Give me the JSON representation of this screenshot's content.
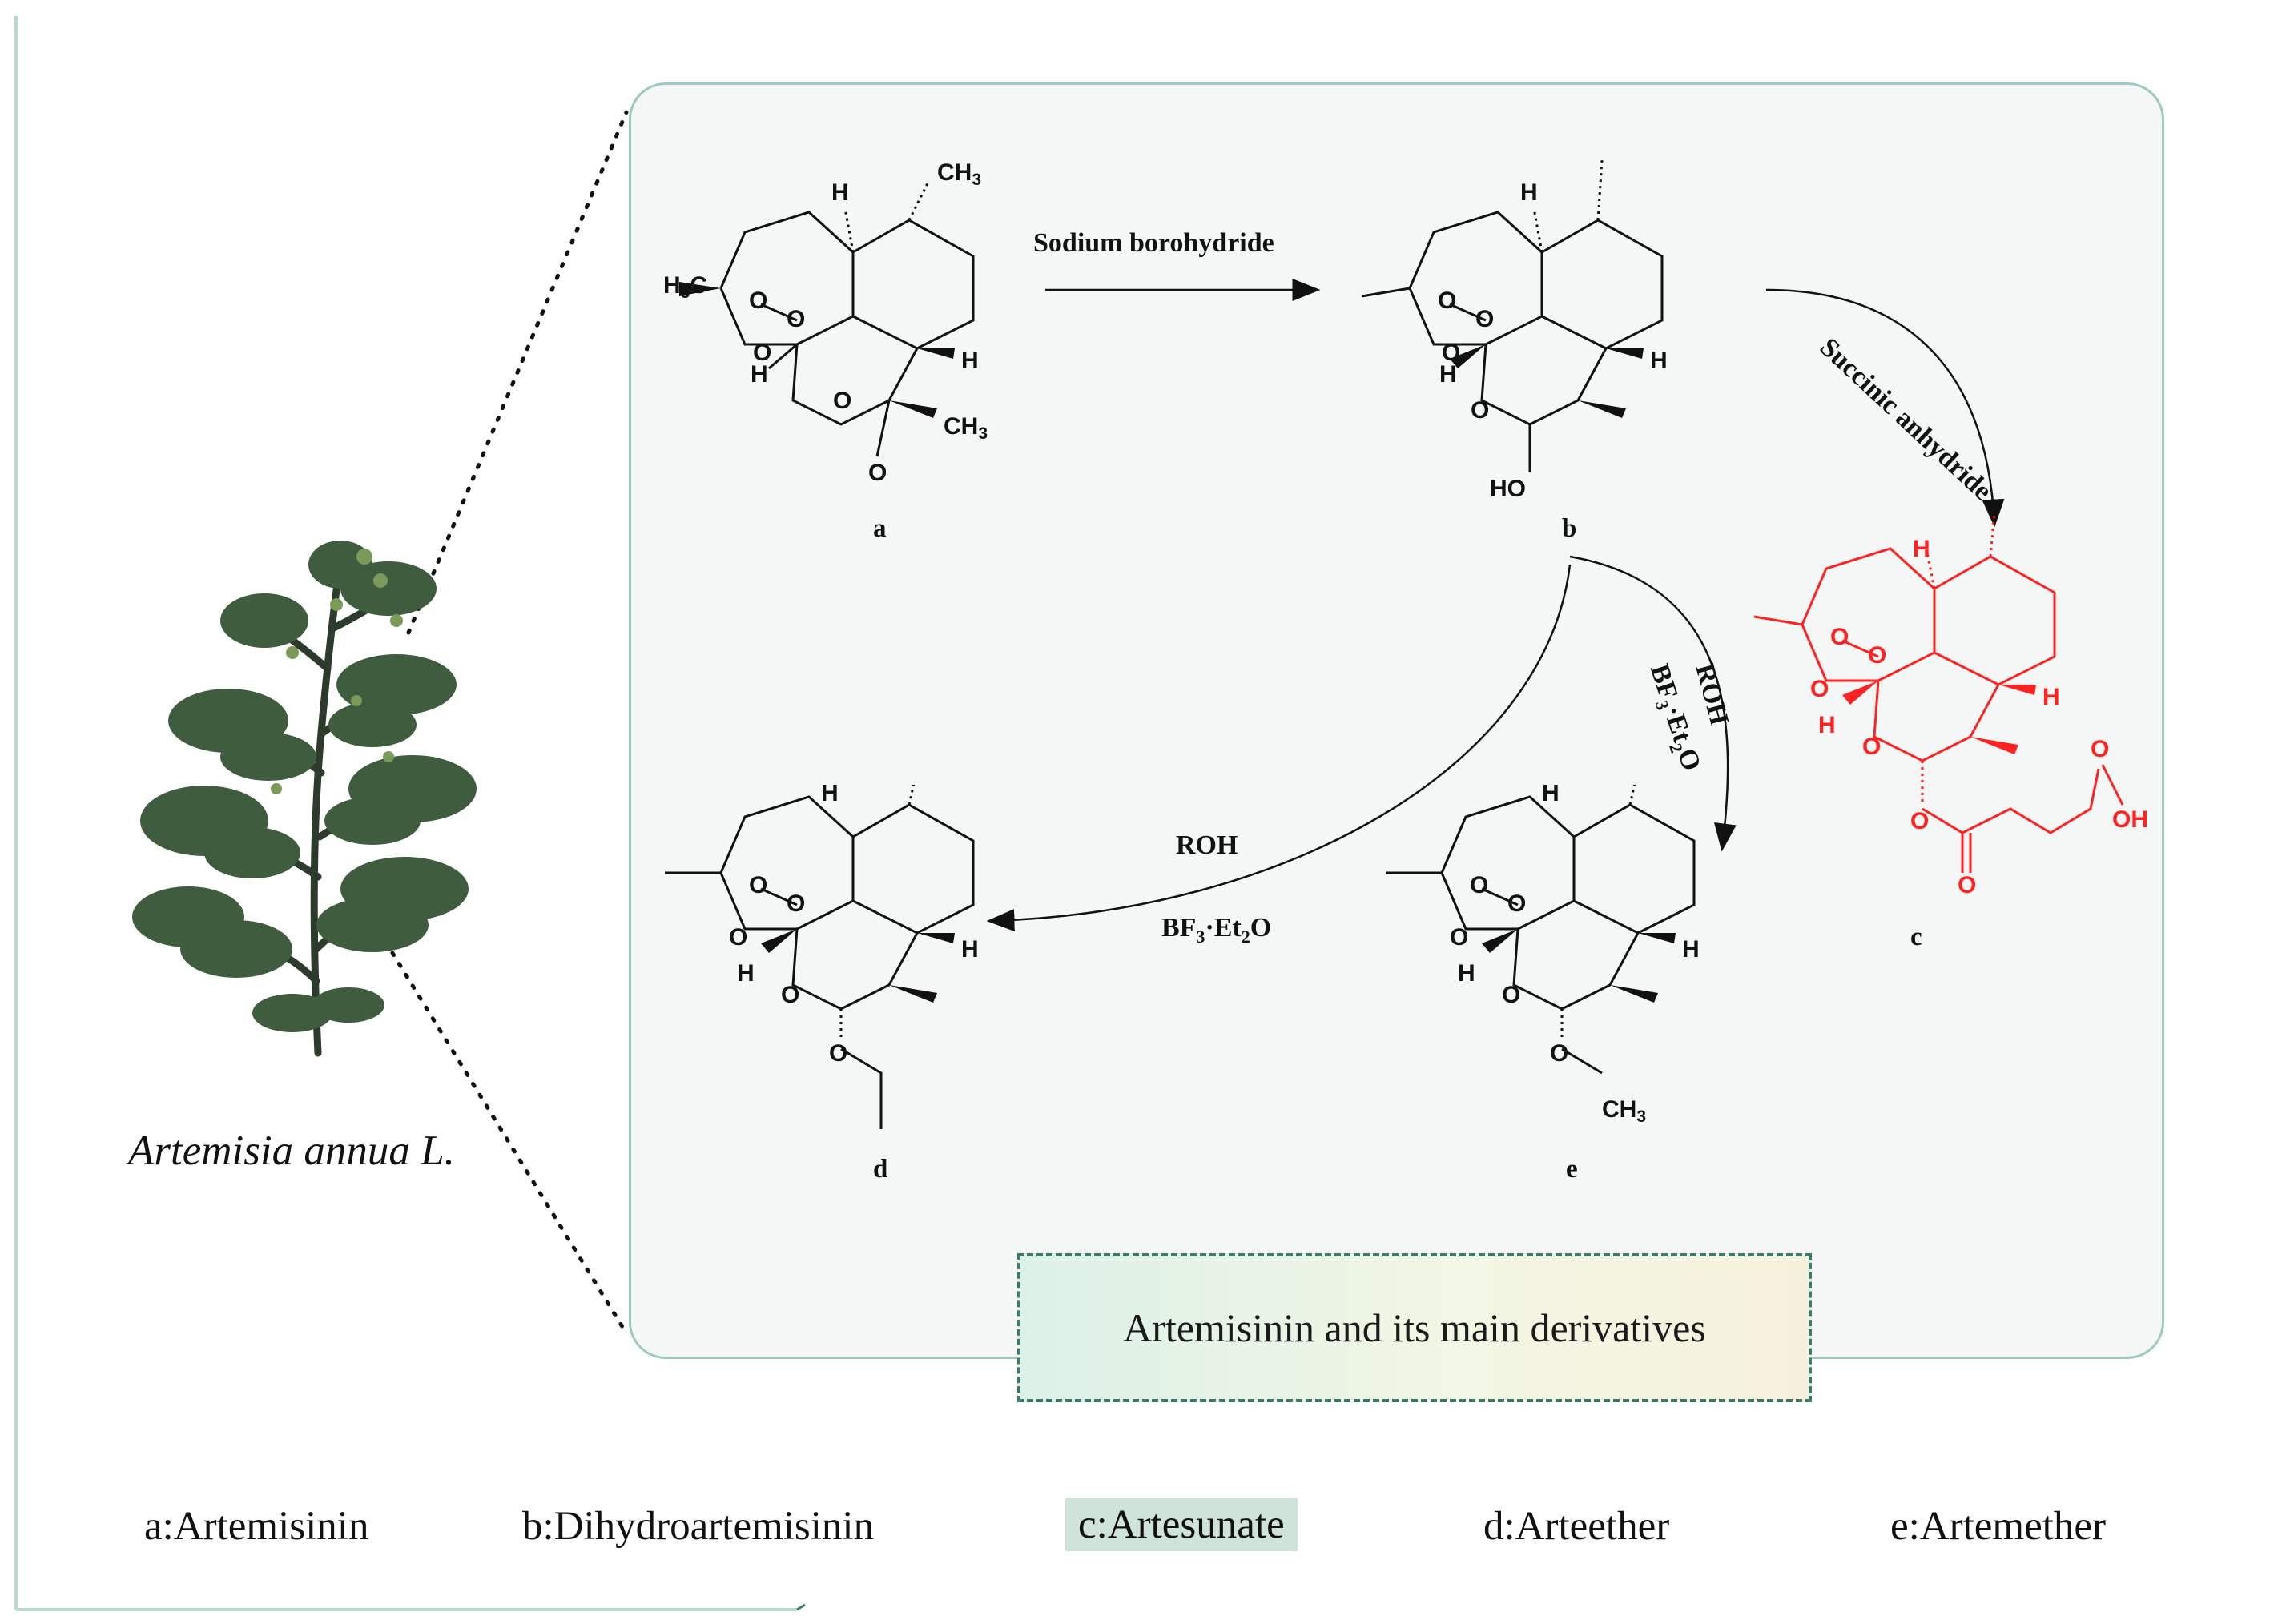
{
  "plant": {
    "label": "Artemisia annua L."
  },
  "panel": {
    "title": "Artemisinin and its main derivatives"
  },
  "compounds": [
    {
      "letter": "a",
      "legend": "a:Artemisinin"
    },
    {
      "letter": "b",
      "legend": "b:Dihydroartemisinin"
    },
    {
      "letter": "c",
      "legend": "c:Artesunate"
    },
    {
      "letter": "d",
      "legend": "d:Arteether"
    },
    {
      "letter": "e",
      "legend": "e:Artemether"
    }
  ],
  "reactions": {
    "a_to_b": "Sodium borohydride",
    "b_to_c": "Succinic anhydride",
    "b_to_d_top": "ROH",
    "b_to_e_top": "ROH"
  },
  "atoms": {
    "ch3": "CH",
    "sub3": "3",
    "h3c_h": "H",
    "h3c_c": "C",
    "h": "H",
    "o": "O",
    "ho": "HO",
    "oh": "OH"
  },
  "colors": {
    "accent_teal": "#3b7a6c",
    "panel_border": "#9ec9c0",
    "artesunate_red": "#f22",
    "highlight": "#cfe3da"
  }
}
